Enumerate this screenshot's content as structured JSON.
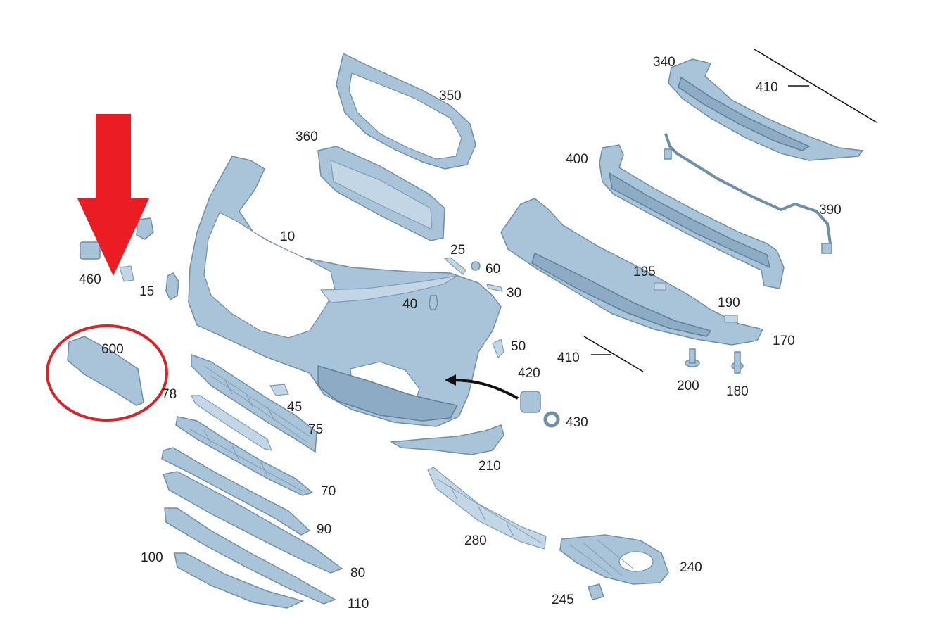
{
  "colors": {
    "part_fill": "#a9c3d9",
    "arrow": "#ea1c24",
    "highlight_circle": "#d4252b",
    "label_text": "#222222"
  },
  "annotations": {
    "arrow": "red-down-arrow",
    "circle": "red-ellipse-around-600",
    "pointer": "black-curved-arrow-420"
  },
  "labels": {
    "l350": "350",
    "l360": "360",
    "l340": "340",
    "l410a": "410",
    "l400": "400",
    "l390": "390",
    "l10": "10",
    "l25": "25",
    "l60": "60",
    "l460": "460",
    "l15": "15",
    "l40": "40",
    "l30": "30",
    "l195": "195",
    "l190": "190",
    "l170": "170",
    "l600": "600",
    "l50": "50",
    "l410b": "410",
    "l420": "420",
    "l200": "200",
    "l180": "180",
    "l78": "78",
    "l45": "45",
    "l430": "430",
    "l75": "75",
    "l210": "210",
    "l70": "70",
    "l90": "90",
    "l280": "280",
    "l100": "100",
    "l80": "80",
    "l240": "240",
    "l245": "245",
    "l110": "110"
  }
}
